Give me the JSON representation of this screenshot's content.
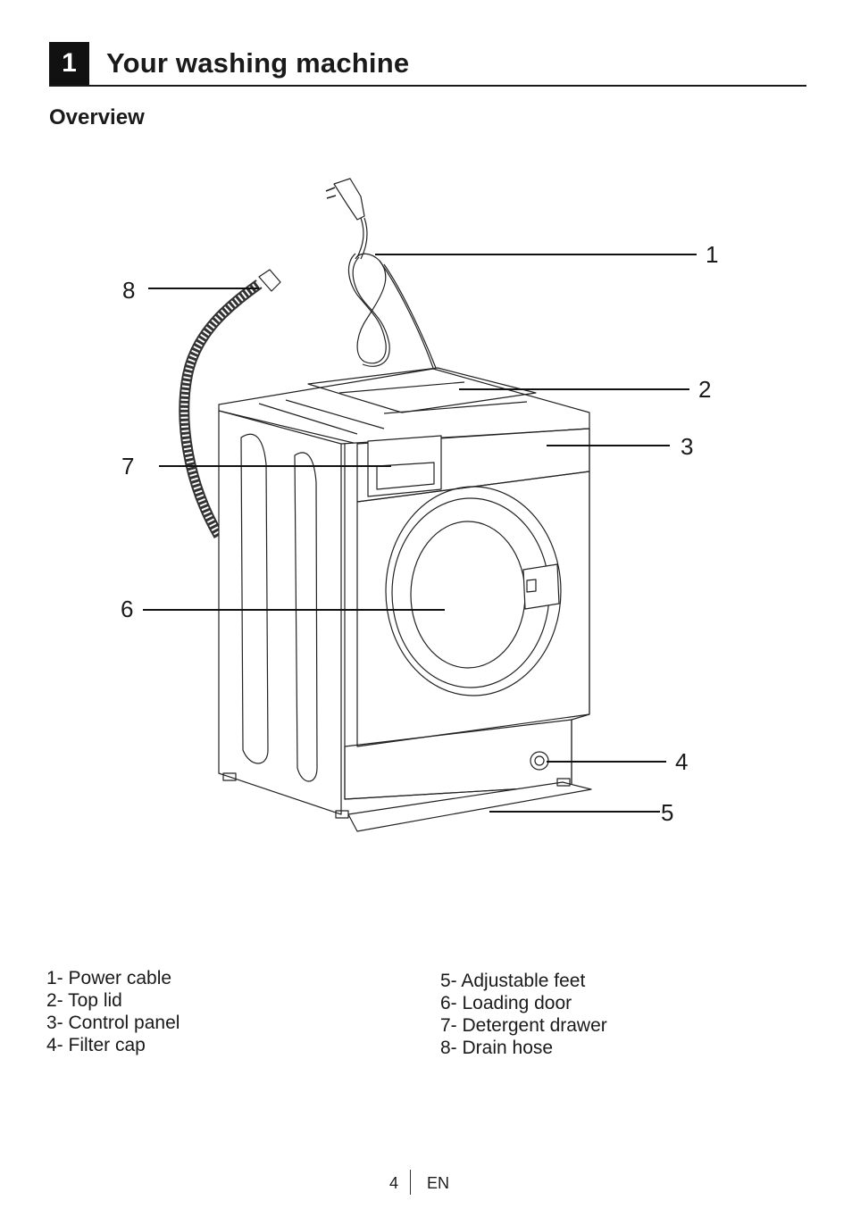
{
  "header": {
    "section_number": "1",
    "title": "Your washing machine"
  },
  "subheading": "Overview",
  "diagram": {
    "callouts": [
      "1",
      "2",
      "3",
      "4",
      "5",
      "6",
      "7",
      "8"
    ]
  },
  "legend": {
    "left": [
      "1- Power cable",
      "2- Top lid",
      "3- Control panel",
      "4- Filter cap"
    ],
    "right": [
      "5- Adjustable feet",
      "6- Loading door",
      "7- Detergent drawer",
      "8- Drain hose"
    ]
  },
  "footer": {
    "page_number": "4",
    "language": "EN"
  }
}
